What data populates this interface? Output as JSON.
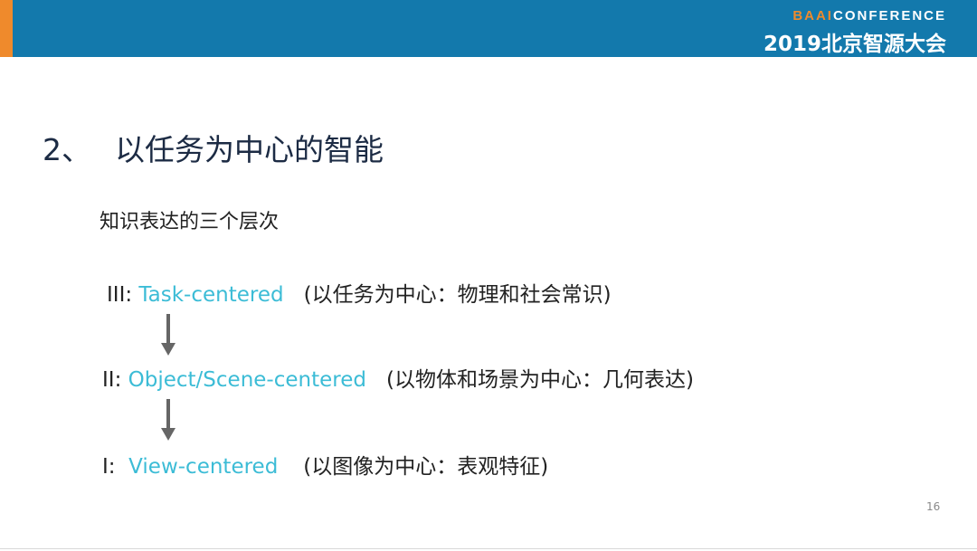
{
  "header": {
    "brand_prefix": "BAAI",
    "brand_suffix": "CONFERENCE",
    "event_title": "2019北京智源大会"
  },
  "slide": {
    "title_number": "2、",
    "title_text": "以任务为中心的智能",
    "subtitle": "知识表达的三个层次",
    "levels": [
      {
        "level": "III:",
        "name": "Task-centered",
        "desc": "(以任务为中心：物理和社会常识)"
      },
      {
        "level": "II:",
        "name": "Object/Scene-centered",
        "desc": "(以物体和场景为中心：几何表达)"
      },
      {
        "level": "I:",
        "name": "View-centered",
        "desc": "(以图像为中心：表观特征)"
      }
    ],
    "page_number": "16"
  },
  "colors": {
    "header_bg": "#1379ac",
    "header_accent": "#ef8a2c",
    "english_term": "#3cbcd6",
    "title_text": "#1c2b44",
    "arrow": "#666666"
  },
  "icons": [
    "down-arrow-icon",
    "down-arrow-icon"
  ]
}
